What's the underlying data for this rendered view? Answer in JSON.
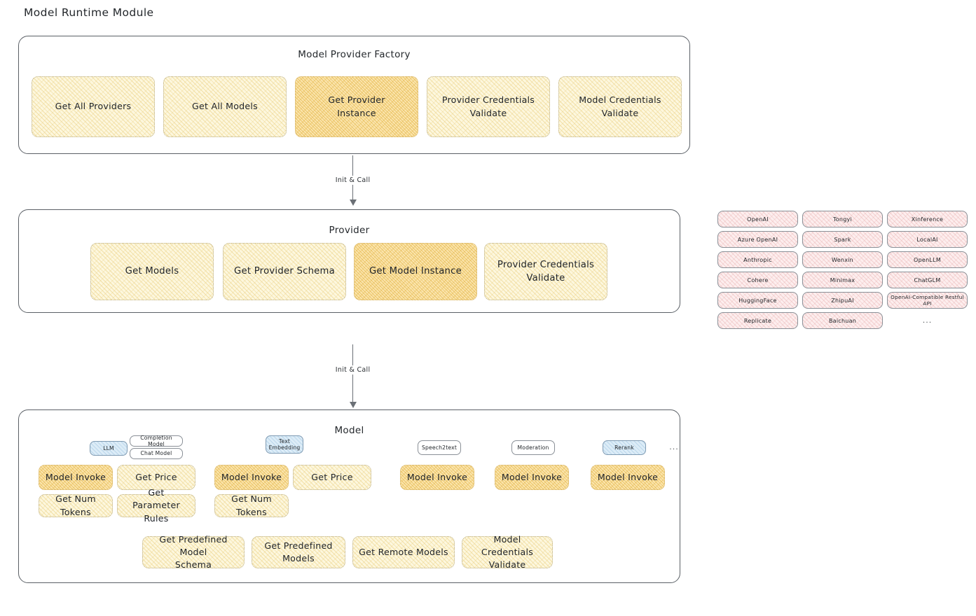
{
  "page": {
    "title": "Model Runtime Module"
  },
  "factory": {
    "title": "Model Provider Factory",
    "nodes": [
      {
        "label": "Get All Providers",
        "highlight": false
      },
      {
        "label": "Get All Models",
        "highlight": false
      },
      {
        "label": "Get Provider\nInstance",
        "highlight": true
      },
      {
        "label": "Provider Credentials\nValidate",
        "highlight": false
      },
      {
        "label": "Model Credentials\nValidate",
        "highlight": false
      }
    ]
  },
  "connectors": [
    {
      "label": "Init & Call"
    },
    {
      "label": "Init & Call"
    }
  ],
  "provider": {
    "title": "Provider",
    "nodes": [
      {
        "label": "Get Models",
        "highlight": false
      },
      {
        "label": "Get Provider Schema",
        "highlight": false
      },
      {
        "label": "Get Model Instance",
        "highlight": true
      },
      {
        "label": "Provider Credentials\nValidate",
        "highlight": false
      }
    ]
  },
  "provider_list": {
    "columns": [
      [
        "OpenAI",
        "Azure OpenAI",
        "Anthropic",
        "Cohere",
        "HuggingFace",
        "Replicate"
      ],
      [
        "Tongyi",
        "Spark",
        "Wenxin",
        "Minimax",
        "ZhipuAI",
        "Baichuan"
      ],
      [
        "Xinference",
        "LocalAI",
        "OpenLLM",
        "ChatGLM",
        "OpenAI-Compatible Restful API"
      ]
    ],
    "ellipsis": "..."
  },
  "model": {
    "title": "Model",
    "ellipsis": "...",
    "groups": [
      {
        "type_badge": "LLM",
        "type_badge_style": "blue",
        "sub_badges": [
          "Completion Model",
          "Chat Model"
        ],
        "nodes": [
          {
            "label": "Model Invoke",
            "highlight": true
          },
          {
            "label": "Get Price",
            "highlight": false
          },
          {
            "label": "Get Num Tokens",
            "highlight": false
          },
          {
            "label": "Get Parameter\nRules",
            "highlight": false
          }
        ]
      },
      {
        "type_badge": "Text\nEmbedding",
        "type_badge_style": "blue",
        "sub_badges": [],
        "nodes": [
          {
            "label": "Model Invoke",
            "highlight": true
          },
          {
            "label": "Get Price",
            "highlight": false
          },
          {
            "label": "Get Num Tokens",
            "highlight": false
          }
        ]
      },
      {
        "type_badge": "Speech2text",
        "type_badge_style": "plain",
        "sub_badges": [],
        "nodes": [
          {
            "label": "Model Invoke",
            "highlight": true
          }
        ]
      },
      {
        "type_badge": "Moderation",
        "type_badge_style": "plain",
        "sub_badges": [],
        "nodes": [
          {
            "label": "Model Invoke",
            "highlight": true
          }
        ]
      },
      {
        "type_badge": "Rerank",
        "type_badge_style": "blue",
        "sub_badges": [],
        "nodes": [
          {
            "label": "Model Invoke",
            "highlight": true
          }
        ]
      }
    ],
    "common_nodes": [
      {
        "label": "Get Predefined Model\nSchema"
      },
      {
        "label": "Get Predefined\nModels"
      },
      {
        "label": "Get Remote Models"
      },
      {
        "label": "Model Credentials\nValidate"
      }
    ]
  }
}
